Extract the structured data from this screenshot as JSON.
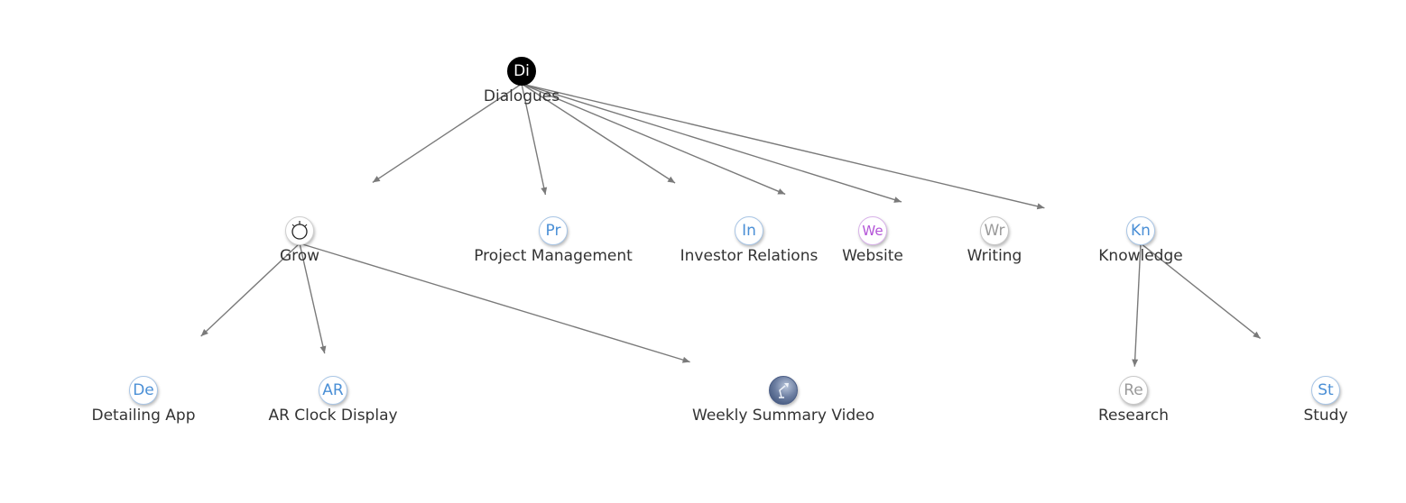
{
  "diagram": {
    "nodes": [
      {
        "id": "dialogues",
        "label": "Dialogues",
        "abbr": "Di",
        "style": "root",
        "icon": ""
      },
      {
        "id": "grow",
        "label": "Grow",
        "abbr": "",
        "style": "grow",
        "icon": "lightbulb-icon"
      },
      {
        "id": "project-management",
        "label": "Project Management",
        "abbr": "Pr",
        "style": "blue",
        "icon": ""
      },
      {
        "id": "investor-relations",
        "label": "Investor Relations",
        "abbr": "In",
        "style": "blue",
        "icon": ""
      },
      {
        "id": "website",
        "label": "Website",
        "abbr": "We",
        "style": "purple",
        "icon": ""
      },
      {
        "id": "writing",
        "label": "Writing",
        "abbr": "Wr",
        "style": "gray",
        "icon": ""
      },
      {
        "id": "knowledge",
        "label": "Knowledge",
        "abbr": "Kn",
        "style": "blue",
        "icon": ""
      },
      {
        "id": "detailing-app",
        "label": "Detailing App",
        "abbr": "De",
        "style": "blue",
        "icon": ""
      },
      {
        "id": "ar-clock-display",
        "label": "AR Clock Display",
        "abbr": "AR",
        "style": "blue",
        "icon": ""
      },
      {
        "id": "weekly-summary-video",
        "label": "Weekly Summary Video",
        "abbr": "",
        "style": "image",
        "icon": "desk-lamp-image-icon"
      },
      {
        "id": "research",
        "label": "Research",
        "abbr": "Re",
        "style": "gray",
        "icon": ""
      },
      {
        "id": "study",
        "label": "Study",
        "abbr": "St",
        "style": "blue",
        "icon": ""
      }
    ],
    "edges": [
      {
        "from": "dialogues",
        "to": "grow"
      },
      {
        "from": "dialogues",
        "to": "project-management"
      },
      {
        "from": "dialogues",
        "to": "investor-relations"
      },
      {
        "from": "dialogues",
        "to": "website"
      },
      {
        "from": "dialogues",
        "to": "writing"
      },
      {
        "from": "dialogues",
        "to": "knowledge"
      },
      {
        "from": "grow",
        "to": "detailing-app"
      },
      {
        "from": "grow",
        "to": "ar-clock-display"
      },
      {
        "from": "grow",
        "to": "weekly-summary-video"
      },
      {
        "from": "knowledge",
        "to": "research"
      },
      {
        "from": "knowledge",
        "to": "study"
      }
    ],
    "colors": {
      "root": "#000000",
      "blue": "#4a8fd6",
      "purple": "#b455d8",
      "gray": "#9a9a9a",
      "edge": "#7a7a7a"
    }
  }
}
